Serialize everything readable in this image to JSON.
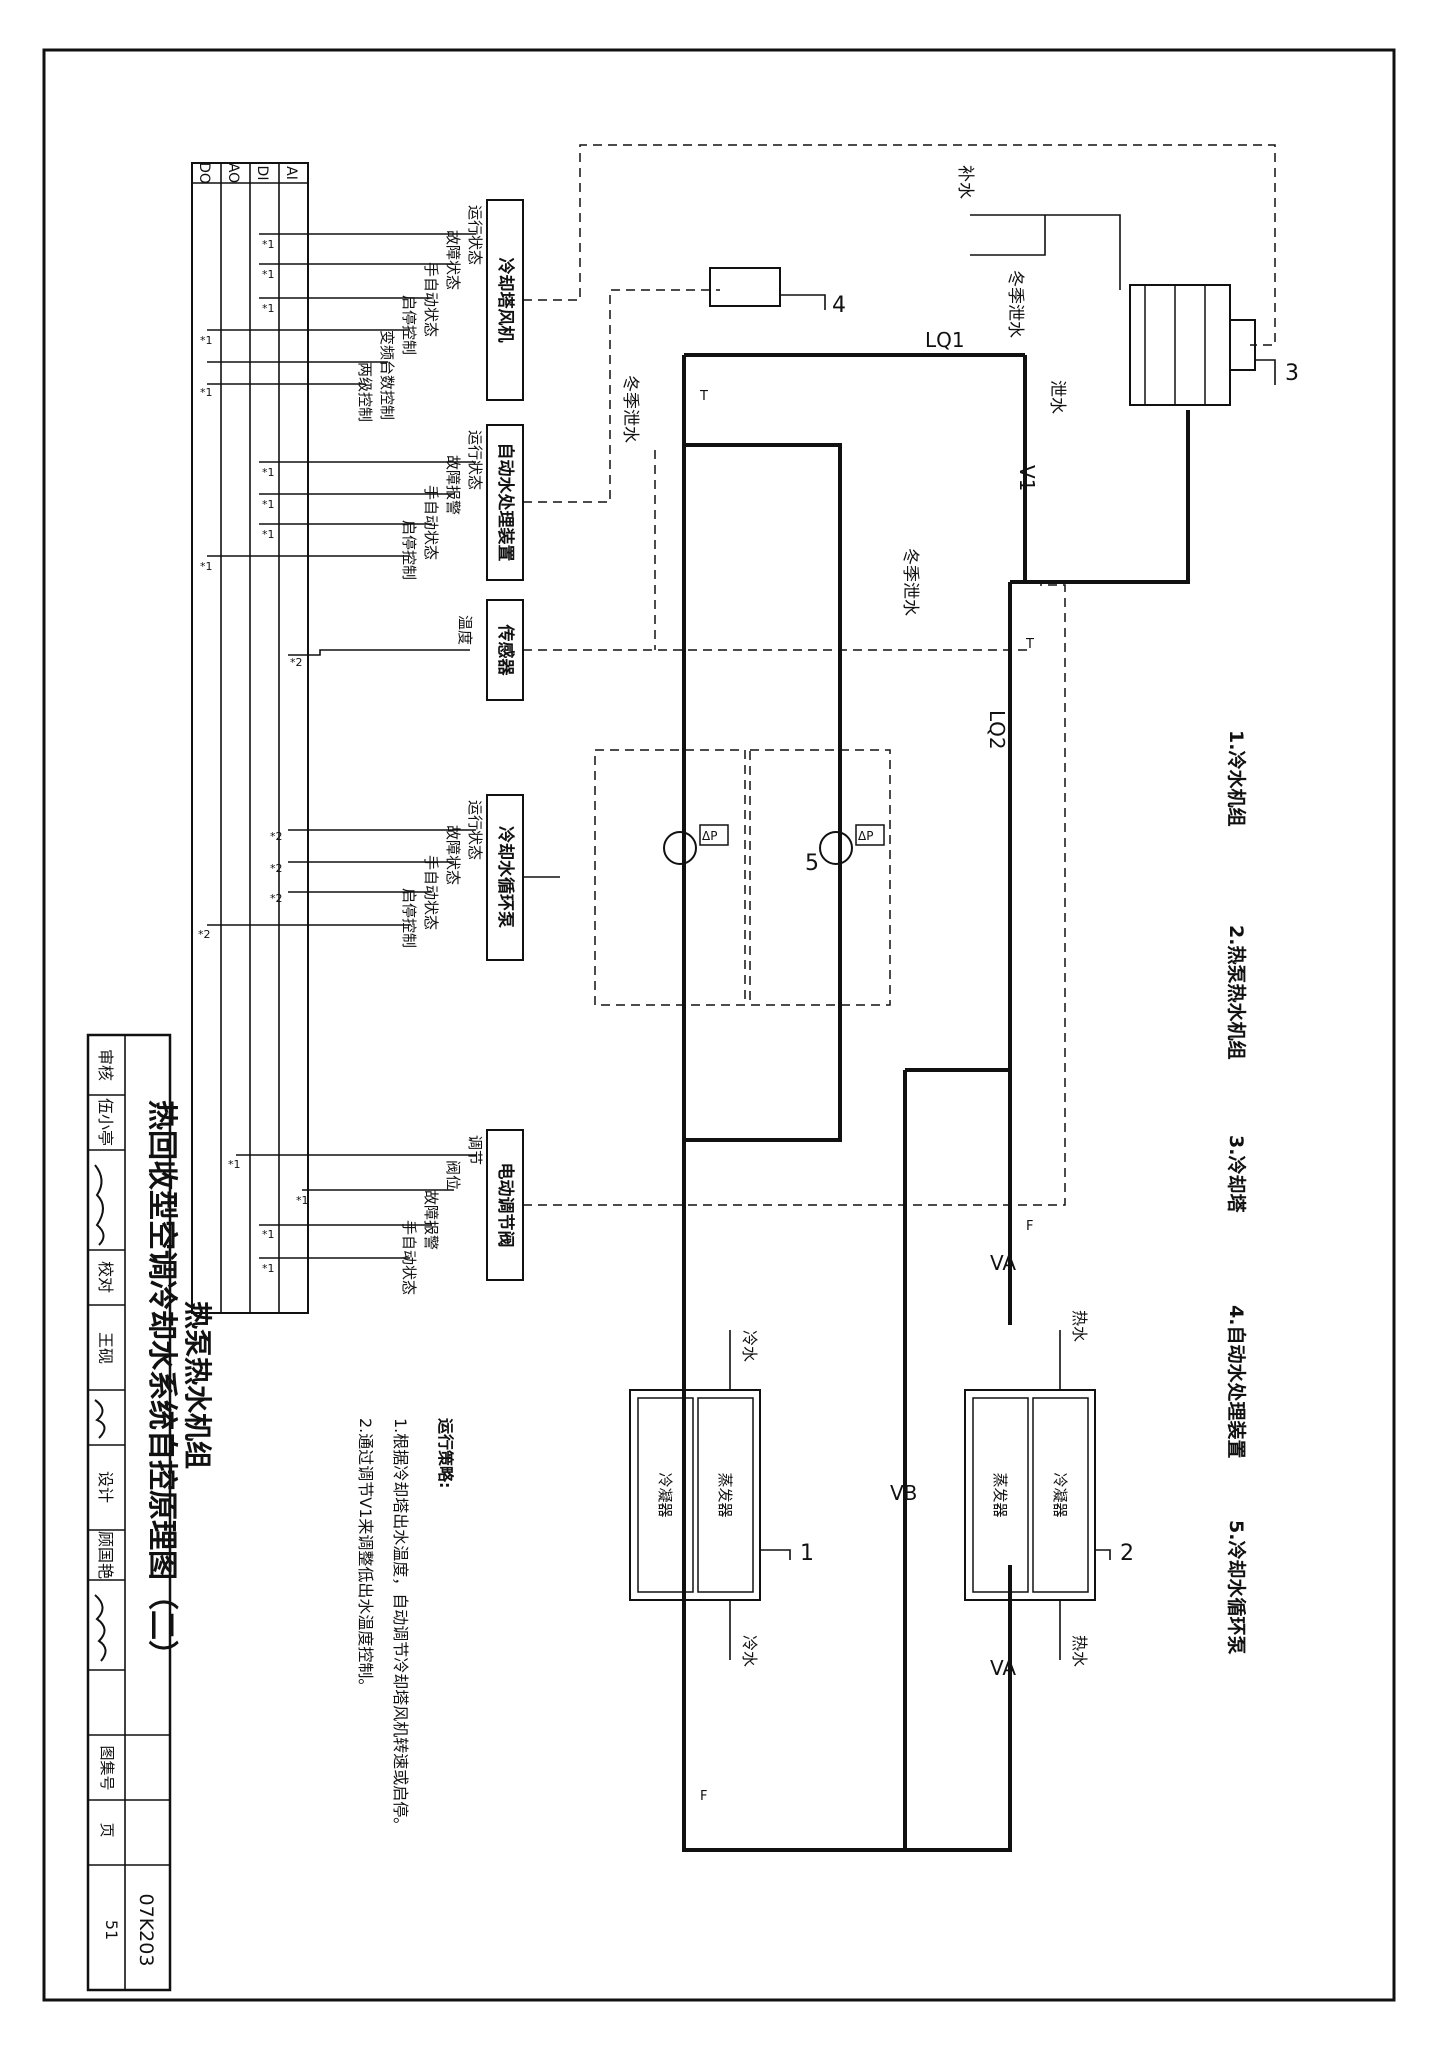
{
  "legend": [
    "1.冷水机组",
    "2.热泵热水机组",
    "3.冷却塔",
    "4.自动水处理装置",
    "5.冷却水循环泵"
  ],
  "title": {
    "line1": "热回收型空调冷却水系统自控原理图（二）",
    "line2": "热泵热水机组"
  },
  "atlas": {
    "label": "图集号",
    "value": "07K203"
  },
  "page": {
    "label": "页",
    "value": "51"
  },
  "signoff": {
    "review_label": "审核",
    "reviewer": "伍小亭",
    "check_label": "校对",
    "checker": "王砚",
    "design_label": "设计",
    "designer": "顾国艳"
  },
  "strategy": {
    "heading": "运行策略:",
    "item1": "1.根据冷却塔出水温度，自动调节冷却塔风机转速或启停。",
    "item2": "2.通过调节V1来调整低出水温度控制。"
  },
  "io_types": [
    "AI",
    "DI",
    "AO",
    "DO"
  ],
  "groups": {
    "tower_fan": {
      "title": "冷却塔风机",
      "points": [
        "运行状态",
        "故障状态",
        "手自动状态",
        "启停控制",
        "变频台数控制",
        "两级控制"
      ]
    },
    "water_treat": {
      "title": "自动水处理装置",
      "points": [
        "运行状态",
        "故障报警",
        "手自动状态",
        "启停控制"
      ]
    },
    "sensor": {
      "title": "传感器",
      "points": [
        "温度"
      ]
    },
    "pump": {
      "title": "冷却水循环泵",
      "points": [
        "运行状态",
        "故障状态",
        "手自动状态",
        "启停控制"
      ]
    },
    "valve": {
      "title": "电动调节阀",
      "points": [
        "调节",
        "阀位",
        "故障报警",
        "手自动状态"
      ]
    }
  },
  "marks": {
    "m1": "*1",
    "m2": "*2"
  },
  "pipes": {
    "lq1": "LQ1",
    "lq2": "LQ2",
    "v1": "V1",
    "va": "VA",
    "vb": "VB"
  },
  "pipe_labels": {
    "makeup": "补水",
    "winter_drain": "冬季泄水",
    "drain": "泄水",
    "cold_water": "冷水",
    "hot_water": "热水"
  },
  "equipment": {
    "condenser": "冷凝器",
    "evaporator": "蒸发器",
    "dp": "ΔP",
    "T": "T",
    "F": "F"
  },
  "callouts": [
    "1",
    "2",
    "3",
    "4",
    "5"
  ]
}
